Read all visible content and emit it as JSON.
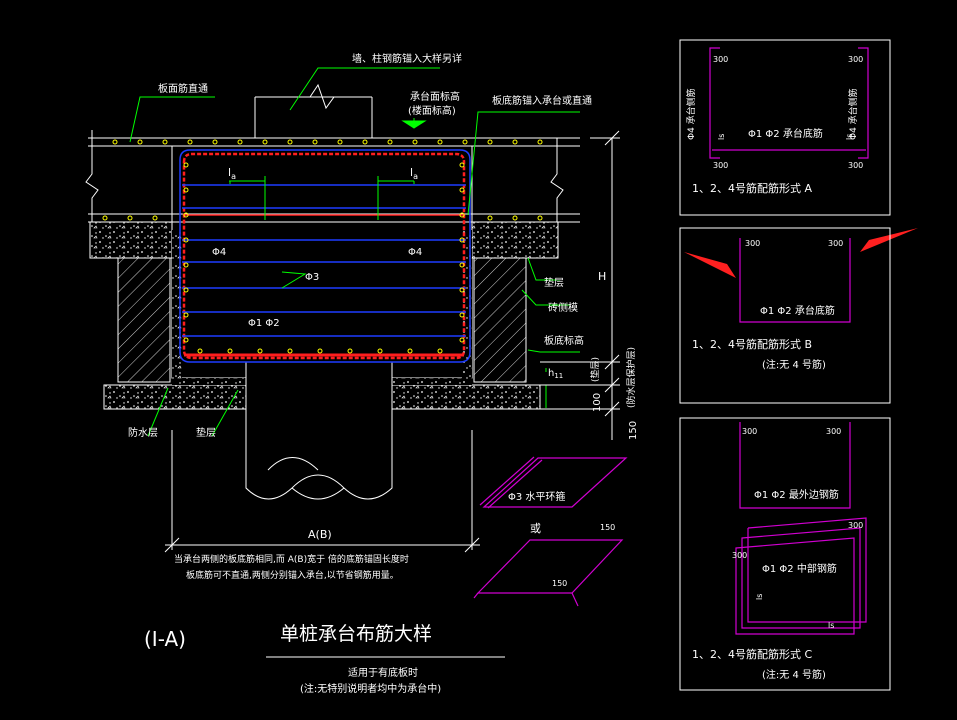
{
  "drawing": {
    "title": "单桩承台布筋大样",
    "label": "(I-A)",
    "subtitle_1": "适用于有底板时",
    "subtitle_2": "(注:无特别说明者均中为承台中)",
    "note_line_1": "当承台两侧的板底筋相同,而        A(B)宽于   倍的底筋锚固长度时",
    "note_line_2": "板底筋可不直通,两侧分别锚入承台,以节省钢筋用量。"
  },
  "labels": {
    "wall_col_rebar": "墙、柱钢筋锚入大样另详",
    "slab_top_rebar": "板面筋直通",
    "cap_top_elev_1": "承台面标高",
    "cap_top_elev_2": "(楼面标高)",
    "slab_bottom_rebar": "板底筋锚入承台或直通",
    "la_left": "l",
    "la_right": "l",
    "la_sub": "a",
    "phi4_left": "Φ4",
    "phi4_right": "Φ4",
    "phi3": "Φ3",
    "phi12": "Φ1 Φ2",
    "dim_h": "H",
    "dim_h1": "h",
    "dim_h1_sub": "11",
    "dim_100": "100",
    "dim_100_note": "(垫层)",
    "dim_150": "150",
    "dim_150_note": "(防水层保护层)",
    "bedding": "垫层",
    "brick_mold": "砖侧模",
    "bottom_elev": "板底标高",
    "waterproof": "防水层",
    "bedding_bottom": "垫层",
    "width_dim": "A(B)",
    "phi3_hoop": "Φ3 水平环箍",
    "or": "或",
    "dim_150_a": "150",
    "dim_150_b": "150"
  },
  "panel_a": {
    "d300_tl": "300",
    "d300_tr": "300",
    "d300_bl": "300",
    "d300_br": "300",
    "side_left": "Φ4 承台侧筋",
    "side_right": "Φ4 承台侧筋",
    "ls_left": "ls",
    "ls_right": "ls",
    "bottom": "Φ1 Φ2 承台底筋",
    "caption": "1、2、4号筋配筋形式 A"
  },
  "panel_b": {
    "d300_l": "300",
    "d300_r": "300",
    "bottom": "Φ1 Φ2 承台底筋",
    "caption": "1、2、4号筋配筋形式 B",
    "note": "(注:无 4 号筋)"
  },
  "panel_c": {
    "d300_1": "300",
    "d300_2": "300",
    "outer": "Φ1 Φ2 最外边钢筋",
    "d300_3": "300",
    "d300_4": "300",
    "mid": "Φ1 Φ2 中部钢筋",
    "ls_1": "ls",
    "ls_2": "ls",
    "caption": "1、2、4号筋配筋形式 C",
    "note": "(注:无 4 号筋)"
  },
  "colors": {
    "background": "#000000",
    "outline": "#ffffff",
    "leader": "#00ff00",
    "rebar_blue": "#1e3cff",
    "rebar_red": "#ff1e1e",
    "dots": "#ffff00",
    "concrete": "#ffffff",
    "magenta": "#d000d0",
    "arrow": "#ff2020",
    "dim": "#ffffff"
  }
}
